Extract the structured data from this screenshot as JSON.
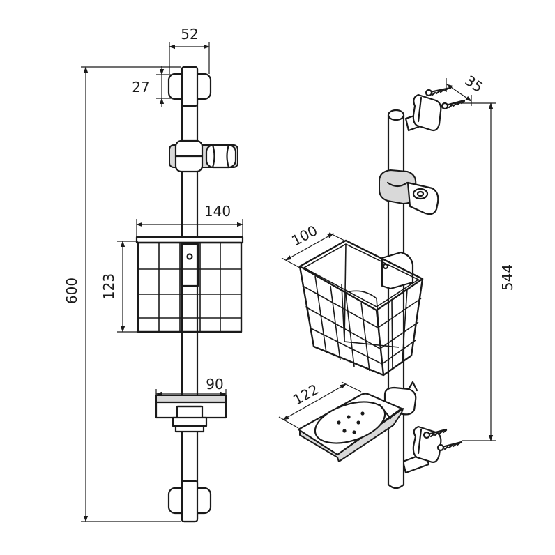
{
  "dimensions": {
    "top_width": "52",
    "clamp_height": "27",
    "basket_width": "140",
    "basket_height": "123",
    "total_height": "600",
    "dish_width": "90",
    "wall_offset": "35",
    "bracket_spacing": "544",
    "basket_depth": "100",
    "dish_depth": "122"
  }
}
